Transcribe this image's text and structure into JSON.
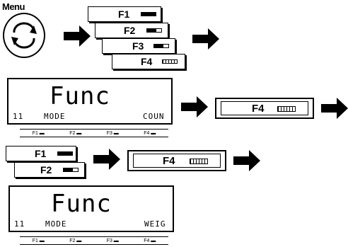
{
  "menu": {
    "label": "Menu",
    "icon": "cycle-arrows-icon"
  },
  "keys_row1": [
    {
      "label": "F1",
      "battery": "full"
    },
    {
      "label": "F2",
      "battery": "half"
    },
    {
      "label": "F3",
      "battery": "half"
    },
    {
      "label": "F4",
      "battery": "hollow"
    }
  ],
  "display1": {
    "main": "Func",
    "left": "11",
    "middle": "MODE",
    "right": "COUN",
    "strip": [
      "F1 ▬",
      "F2 ▬",
      "F3 ▬",
      "F4 ▬"
    ]
  },
  "f4_key": {
    "label": "F4"
  },
  "keys_row3": [
    {
      "label": "F1",
      "battery": "full"
    },
    {
      "label": "F2",
      "battery": "half"
    }
  ],
  "display2": {
    "main": "Func",
    "left": "11",
    "middle": "MODE",
    "right": "WEIG",
    "strip": [
      "F1 ▬",
      "F2 ▬",
      "F3 ▬",
      "F4 ▬"
    ]
  }
}
